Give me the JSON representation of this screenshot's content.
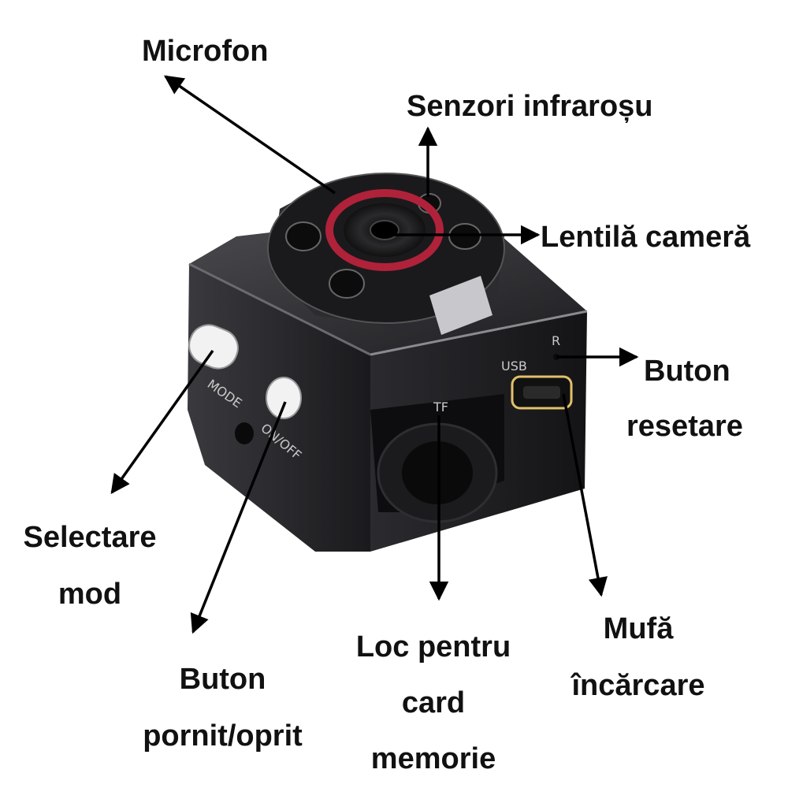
{
  "labels": {
    "microphone": "Microfon",
    "ir_sensors": "Senzori infraroșu",
    "lens": "Lentilă cameră",
    "reset_line1": "Buton",
    "reset_line2": "resetare",
    "mode_line1": "Selectare",
    "mode_line2": "mod",
    "power_line1": "Buton",
    "power_line2": "pornit/oprit",
    "card_line1": "Loc pentru",
    "card_line2": "card",
    "card_line3": "memorie",
    "charge_line1": "Mufă",
    "charge_line2": "încărcare"
  },
  "device_markings": {
    "mode": "MODE",
    "onoff": "ON/OFF",
    "tf": "TF",
    "usb": "USB",
    "reset": "R"
  },
  "colors": {
    "text": "#111111",
    "arrow": "#000000",
    "body": "#1c1c1e",
    "lens_ring": "#b0223a"
  }
}
